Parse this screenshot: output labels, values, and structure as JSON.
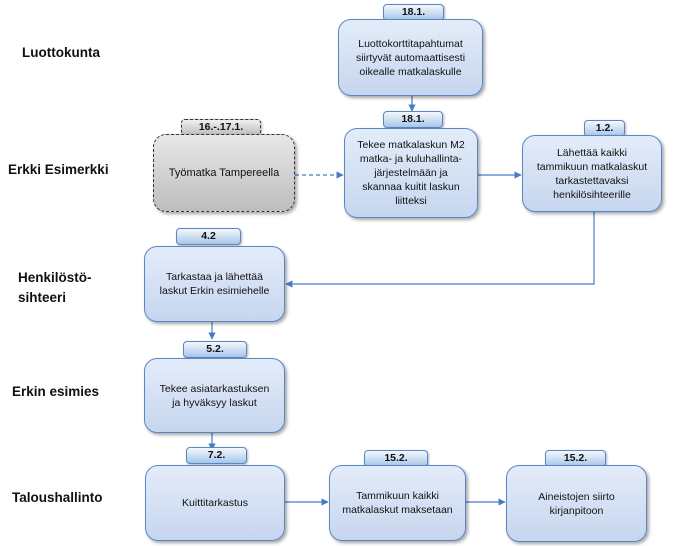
{
  "lanes": {
    "luottokunta": "Luottokunta",
    "erkki": "Erkki Esimerkki",
    "henkilosto_line1": "Henkilöstö-",
    "henkilosto_line2": "sihteeri",
    "esimies": "Erkin esimies",
    "talous": "Taloushallinto"
  },
  "steps": {
    "card_transactions": {
      "date": "18.1.",
      "text": "Luottokorttitapahtumat\nsiirtyvät automaattisesti\noikealle matkalaskulle"
    },
    "business_trip": {
      "date": "16.-.17.1.",
      "text": "Työmatka Tampereella"
    },
    "create_claim": {
      "date": "18.1.",
      "text": "Tekee matkalaskun M2\nmatka- ja kuluhallinta-\njärjestelmään ja\nskannaa kuitit laskun\nliitteksi"
    },
    "send_all": {
      "date": "1.2.",
      "text": "Lähettää kaikki\ntammikuun matkalaskut\ntarkastettavaksi\nhenkilösihteerille"
    },
    "check_forward": {
      "date": "4.2",
      "text": "Tarkastaa ja lähettää\nlaskut Erkin esimiehelle"
    },
    "approve": {
      "date": "5.2.",
      "text": "Tekee asiatarkastuksen\nja hyväksyy laskut"
    },
    "receipt_check": {
      "date": "7.2.",
      "text": "Kuittitarkastus"
    },
    "pay_all": {
      "date": "15.2.",
      "text": "Tammikuun kaikki\nmatkalaskut maksetaan"
    },
    "bookkeeping": {
      "date": "15.2.",
      "text": "Aineistojen siirto\nkirjanpitoon"
    }
  },
  "colors": {
    "box_border": "#5b86c4",
    "arrow": "#4a7bc2",
    "box_fill": "#c6d6ef",
    "tag_fill": "#a7c6ea"
  }
}
